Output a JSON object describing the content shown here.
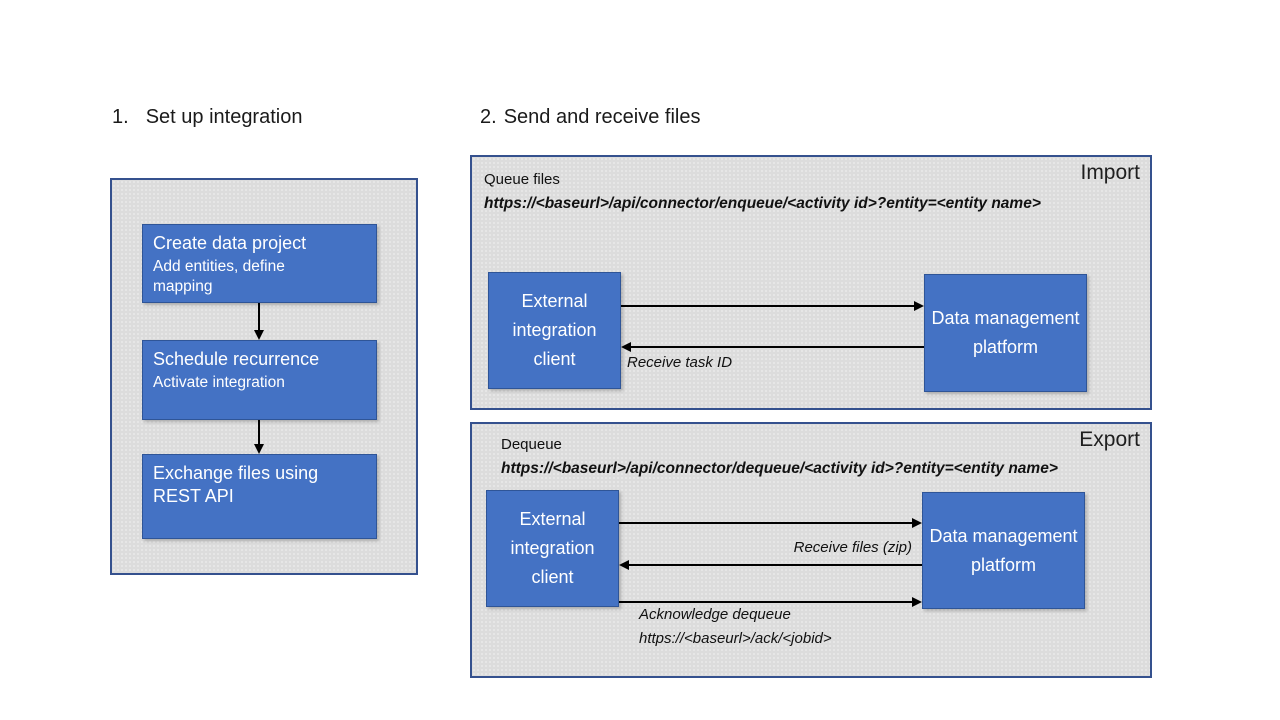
{
  "colors": {
    "accent_blue": "#4472C4",
    "panel_fill": "#DCDCDC",
    "panel_border": "#35518E",
    "arrow_black": "#000000"
  },
  "headings": {
    "step1": {
      "num": "1.",
      "label": "Set up integration"
    },
    "step2": {
      "num": "2.",
      "label": "Send and receive files"
    }
  },
  "setup_flow": {
    "steps": [
      {
        "title": "Create data project",
        "subtitle": "Add entities, define mapping"
      },
      {
        "title": "Schedule recurrence",
        "subtitle": "Activate integration"
      },
      {
        "title": "Exchange files using REST API",
        "subtitle": ""
      }
    ]
  },
  "import_panel": {
    "corner_label": "Import",
    "action_label": "Queue files",
    "endpoint_url": "https://<baseurl>/api/connector/enqueue/<activity id>?entity=<entity name>",
    "client_box": "External integration client",
    "platform_box": "Data management platform",
    "return_arrow_label": "Receive task ID"
  },
  "export_panel": {
    "corner_label": "Export",
    "action_label": "Dequeue",
    "endpoint_url": "https://<baseurl>/api/connector/dequeue/<activity id>?entity=<entity name>",
    "client_box": "External integration client",
    "platform_box": "Data management platform",
    "receive_arrow_label": "Receive files (zip)",
    "ack_label": "Acknowledge dequeue",
    "ack_url": "https://<baseurl>/ack/<jobid>"
  }
}
